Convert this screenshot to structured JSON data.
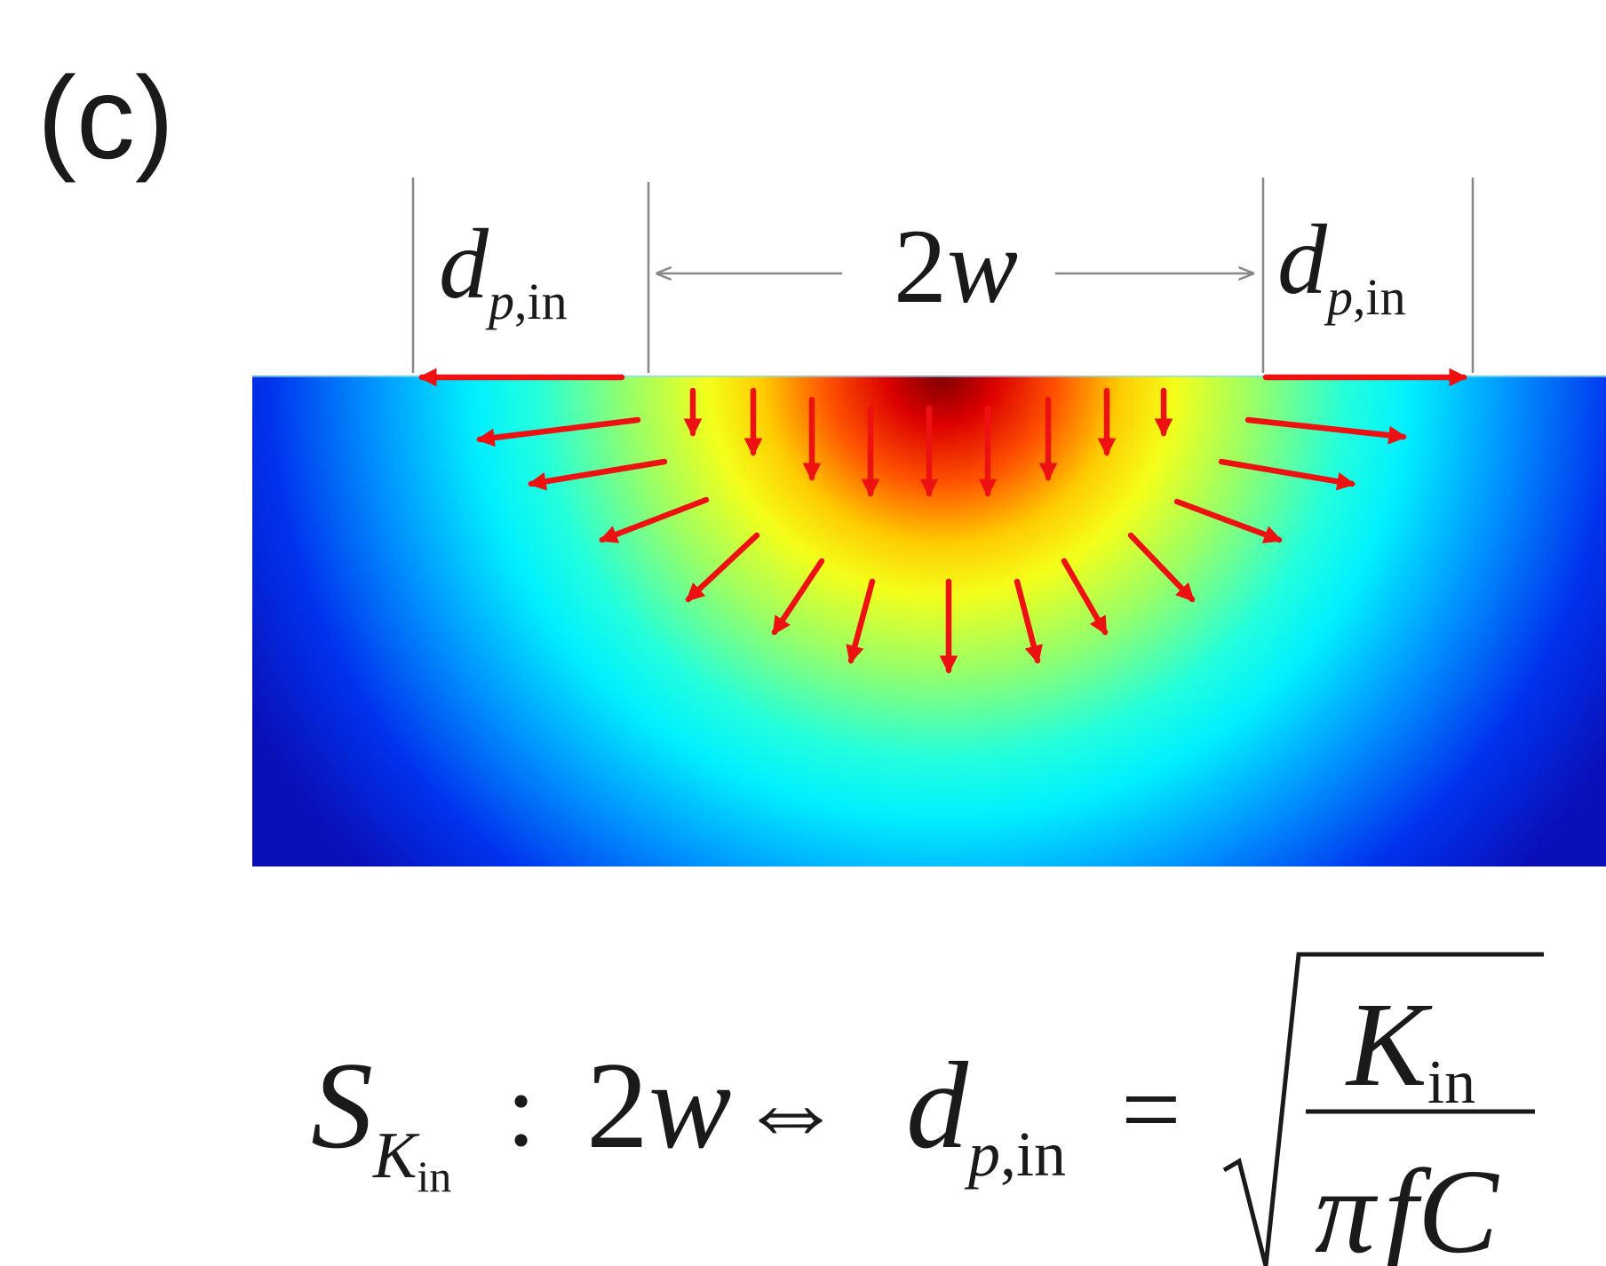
{
  "panel_label": "(c)",
  "dimensions": {
    "left_label": {
      "main": "d",
      "sub": "p",
      "sub_suffix": ",in"
    },
    "center_label": {
      "number": "2",
      "var": "w"
    },
    "right_label": {
      "main": "d",
      "sub": "p",
      "sub_suffix": ",in"
    }
  },
  "formula": {
    "S": "S",
    "S_sub": "K",
    "S_subsub": "in",
    "colon": ":",
    "two": "2",
    "w": "w",
    "equiv": "⇔",
    "d": "d",
    "d_sub_p": "p",
    "d_sub_in": ",in",
    "equals": "=",
    "num_K": "K",
    "num_in": "in",
    "den_pi": "π",
    "den_f": "f",
    "den_C": "C"
  },
  "colors": {
    "field_deep": "#0a0fb8",
    "field_mid": "#00ffff",
    "field_hot": "#ffff00",
    "field_core": "#8a0000",
    "arrow": "#ee1111",
    "dim_line": "#888888"
  }
}
